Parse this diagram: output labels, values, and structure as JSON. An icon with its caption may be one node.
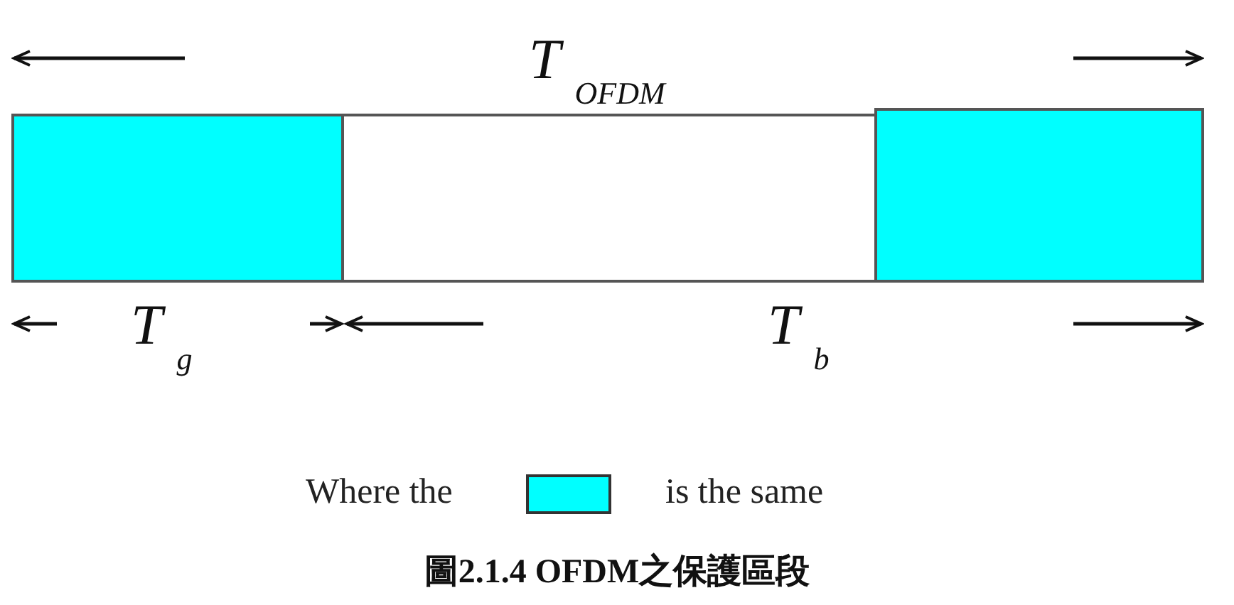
{
  "diagram": {
    "caption": "圖2.1.4 OFDM之保護區段",
    "nodes": [
      {
        "text": [],
        "shape": "box"
      },
      {
        "text": [],
        "shape": "box"
      },
      {
        "text": [],
        "shape": "box"
      }
    ],
    "labels": [
      "T$_{OFDM}$",
      "T$_{g}$",
      "T$_{b}$",
      "Where the"
    ],
    "legend": [
      {
        "text": "is the same",
        "color": "#00ffff"
      }
    ]
  }
}
